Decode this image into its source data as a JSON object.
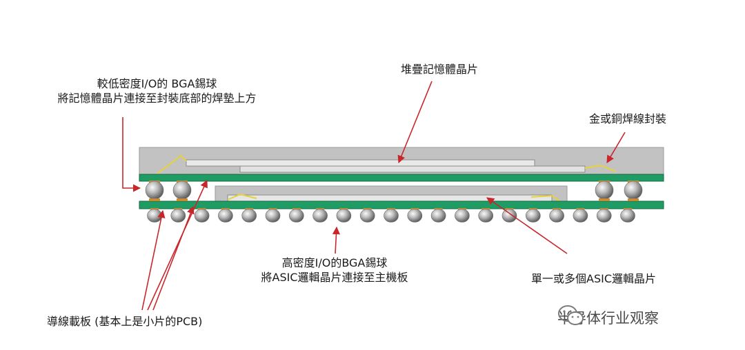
{
  "diagram": {
    "labels": {
      "stacked_memory": "堆疊記憶體晶片",
      "low_density_bga_line1": "較低密度I/O的 BGA錫球",
      "low_density_bga_line2": "將記憶體晶片連接至封裝底部的焊墊上方",
      "wire_bond": "金或銅焊線封裝",
      "high_density_bga_line1": "高密度I/O的BGA錫球",
      "high_density_bga_line2": "將ASIC邏輯晶片連接至主機板",
      "asic_chip": "單一或多個ASIC邏輯晶片",
      "substrate": "導線載板 (基本上是小片的PCB)"
    },
    "colors": {
      "substrate_green": "#1f9b64",
      "mold_gray": "#c2c2c2",
      "die_white": "#e6e6e6",
      "wire_yellow": "#e8d23a",
      "pad_orange": "#c98a36",
      "arrow_red": "#c8262a"
    }
  },
  "watermark": {
    "text": "半导体行业观察",
    "icon": "wechat-icon"
  }
}
